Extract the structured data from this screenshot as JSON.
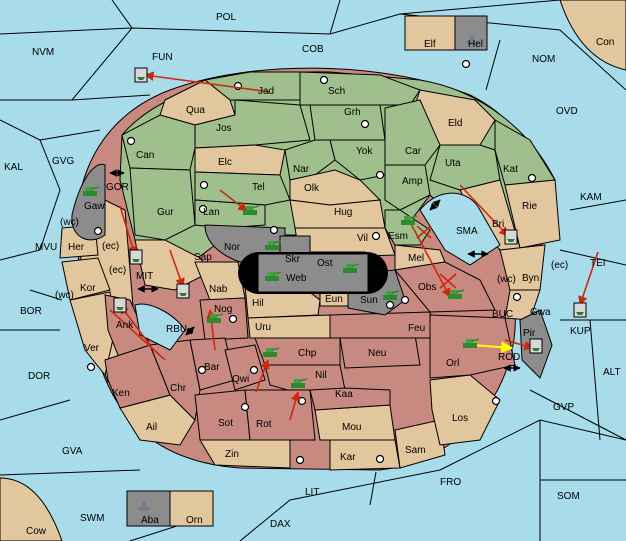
{
  "colors": {
    "sea": "#a8dcea",
    "green_power": "#9fc08c",
    "neutral": "#e2c69d",
    "red_power": "#c88a80",
    "impassable": "#8c8c8c",
    "order_arrow": "#cc2a10",
    "support_arrow": "#ffff00",
    "unit": "#2e8a2e"
  },
  "icons": {
    "army": "tank-icon",
    "fleet": "ship-icon",
    "supply_center": "supply-center-dot-icon",
    "convoy_link": "double-arrow-icon"
  },
  "sea_regions": [
    "POL",
    "NVM",
    "FUN",
    "COB",
    "NOM",
    "Con",
    "OVD",
    "KAL",
    "GVG",
    "GOR",
    "KAM",
    "MVU",
    "MIT",
    "SMA",
    "TEI",
    "BOR",
    "RBU",
    "BUC",
    "KUP",
    "ROD",
    "ALT",
    "DOR",
    "GVP",
    "GVA",
    "FRO",
    "SOM",
    "LIT",
    "SWM",
    "DAX",
    "Cow"
  ],
  "coast_labels": [
    "(wc)",
    "(ec)",
    "(ec)",
    "(wc)",
    "(wc)",
    "(ec)"
  ],
  "land_regions": {
    "green": [
      "Jad",
      "Sch",
      "Qua",
      "Jos",
      "Grh",
      "Eld",
      "Can",
      "Yok",
      "Car",
      "Elc",
      "Nar",
      "Uta",
      "Kat",
      "Tel",
      "Olk",
      "Amp",
      "Gur",
      "Lan",
      "Hug",
      "Rie",
      "Vil",
      "Esm",
      "Bri"
    ],
    "neutral": [
      "Elf",
      "Orn",
      "Gaw",
      "Her",
      "Kor",
      "Ver",
      "Sap",
      "Nab",
      "Mel",
      "Byn",
      "Gwa",
      "Hil",
      "Uru",
      "Ail",
      "Mou",
      "Kar",
      "Zin",
      "Sam",
      "Los"
    ],
    "red": [
      "Ank",
      "Ken",
      "Chr",
      "Nog",
      "Bar",
      "Qwi",
      "Chp",
      "Nil",
      "Neu",
      "Feu",
      "Orl",
      "Obs",
      "Sot",
      "Rot",
      "Kaa"
    ],
    "impassable": [
      "Hel",
      "Aba",
      "Nor",
      "Skr",
      "Ost",
      "Web",
      "Eun",
      "Sun",
      "Pir"
    ]
  }
}
